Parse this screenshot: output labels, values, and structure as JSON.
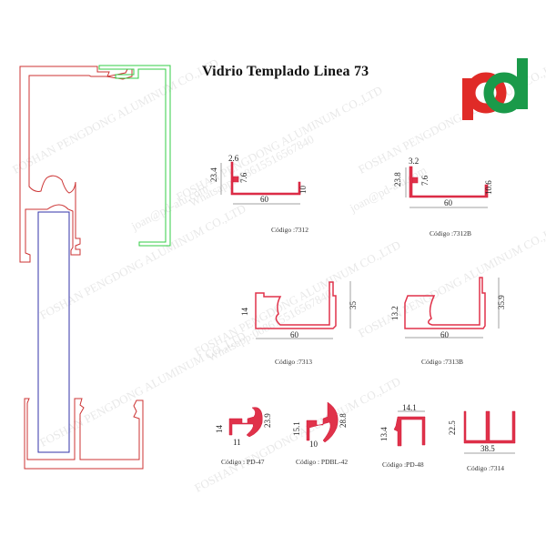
{
  "title": "Vidrio Templado Linea 73",
  "logo": {
    "text": "pd",
    "colors": {
      "p": "#e02b27",
      "d": "#1a9a4a"
    }
  },
  "watermark": {
    "company": "FOSHAN PENGDONG ALUMINUM CO.,LTD",
    "whatsapp": "Whatsapp:008615516567840",
    "email": "joan@pd-alu.com"
  },
  "colors": {
    "profile": "#e0324a",
    "outline_red": "#cc3333",
    "outline_green": "#33cc44",
    "glass_blue": "#3333aa"
  },
  "profiles": [
    {
      "code": "Código :7312",
      "dims": {
        "height": "23.4",
        "lip_w": "2.6",
        "lip_h": "7.6",
        "width": "60",
        "right_h": "10"
      }
    },
    {
      "code": "Código :7312B",
      "dims": {
        "height": "23.8",
        "lip_w": "3.2",
        "lip_h": "7.6",
        "width": "60",
        "right_h": "10.6"
      }
    },
    {
      "code": "Código :7313",
      "dims": {
        "left_h": "14",
        "width": "60",
        "height": "35"
      }
    },
    {
      "code": "Código :7313B",
      "dims": {
        "left_h": "13.2",
        "width": "60",
        "height": "35.9"
      }
    },
    {
      "code": "Código : PD-47",
      "dims": {
        "left_h": "14",
        "width": "11",
        "height": "23.9"
      }
    },
    {
      "code": "Código : PDBL-42",
      "dims": {
        "left_h": "15.1",
        "width": "10",
        "height": "28.8"
      }
    },
    {
      "code": "Código :PD-48",
      "dims": {
        "top_w": "14.1",
        "left_h": "13.4"
      }
    },
    {
      "code": "Código :7314",
      "dims": {
        "height": "22.5",
        "width": "38.5"
      }
    }
  ]
}
